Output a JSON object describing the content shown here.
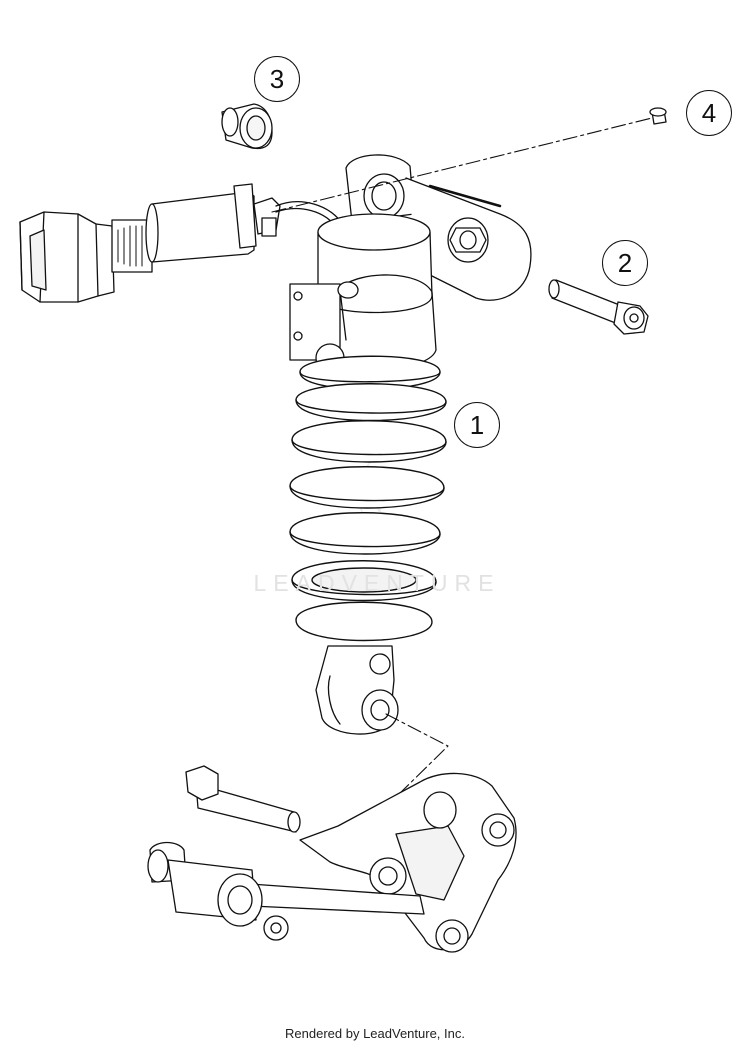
{
  "callouts": [
    {
      "id": "1",
      "label": "1"
    },
    {
      "id": "2",
      "label": "2"
    },
    {
      "id": "3",
      "label": "3"
    },
    {
      "id": "4",
      "label": "4"
    }
  ],
  "watermark": {
    "text": "LEADVENTURE"
  },
  "footer": {
    "text": "Rendered by LeadVenture, Inc."
  },
  "colors": {
    "line": "#111111",
    "fill": "#ffffff",
    "shade": "#eeeeee",
    "watermark": "#e2e2e2"
  }
}
